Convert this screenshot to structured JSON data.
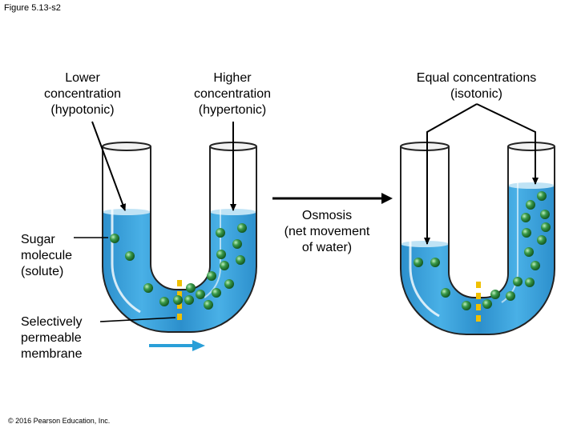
{
  "figure_label": "Figure 5.13-s2",
  "labels": {
    "lower": [
      "Lower",
      "concentration",
      "(hypotonic)"
    ],
    "higher": [
      "Higher",
      "concentration",
      "(hypertonic)"
    ],
    "equal": [
      "Equal concentrations",
      "(isotonic)"
    ],
    "sugar": [
      "Sugar",
      "molecule",
      "(solute)"
    ],
    "membrane": [
      "Selectively",
      "permeable",
      "membrane"
    ],
    "osmosis": [
      "Osmosis",
      "(net movement",
      "of water)"
    ]
  },
  "copyright": "© 2016 Pearson Education, Inc.",
  "colors": {
    "water": "#3aa0dc",
    "water_light": "#bfe3f5",
    "glass": "#f2f2f2",
    "molecule": "#3a9a4a",
    "membrane": "#f0c000",
    "arrow_blue": "#2a9fd8"
  }
}
